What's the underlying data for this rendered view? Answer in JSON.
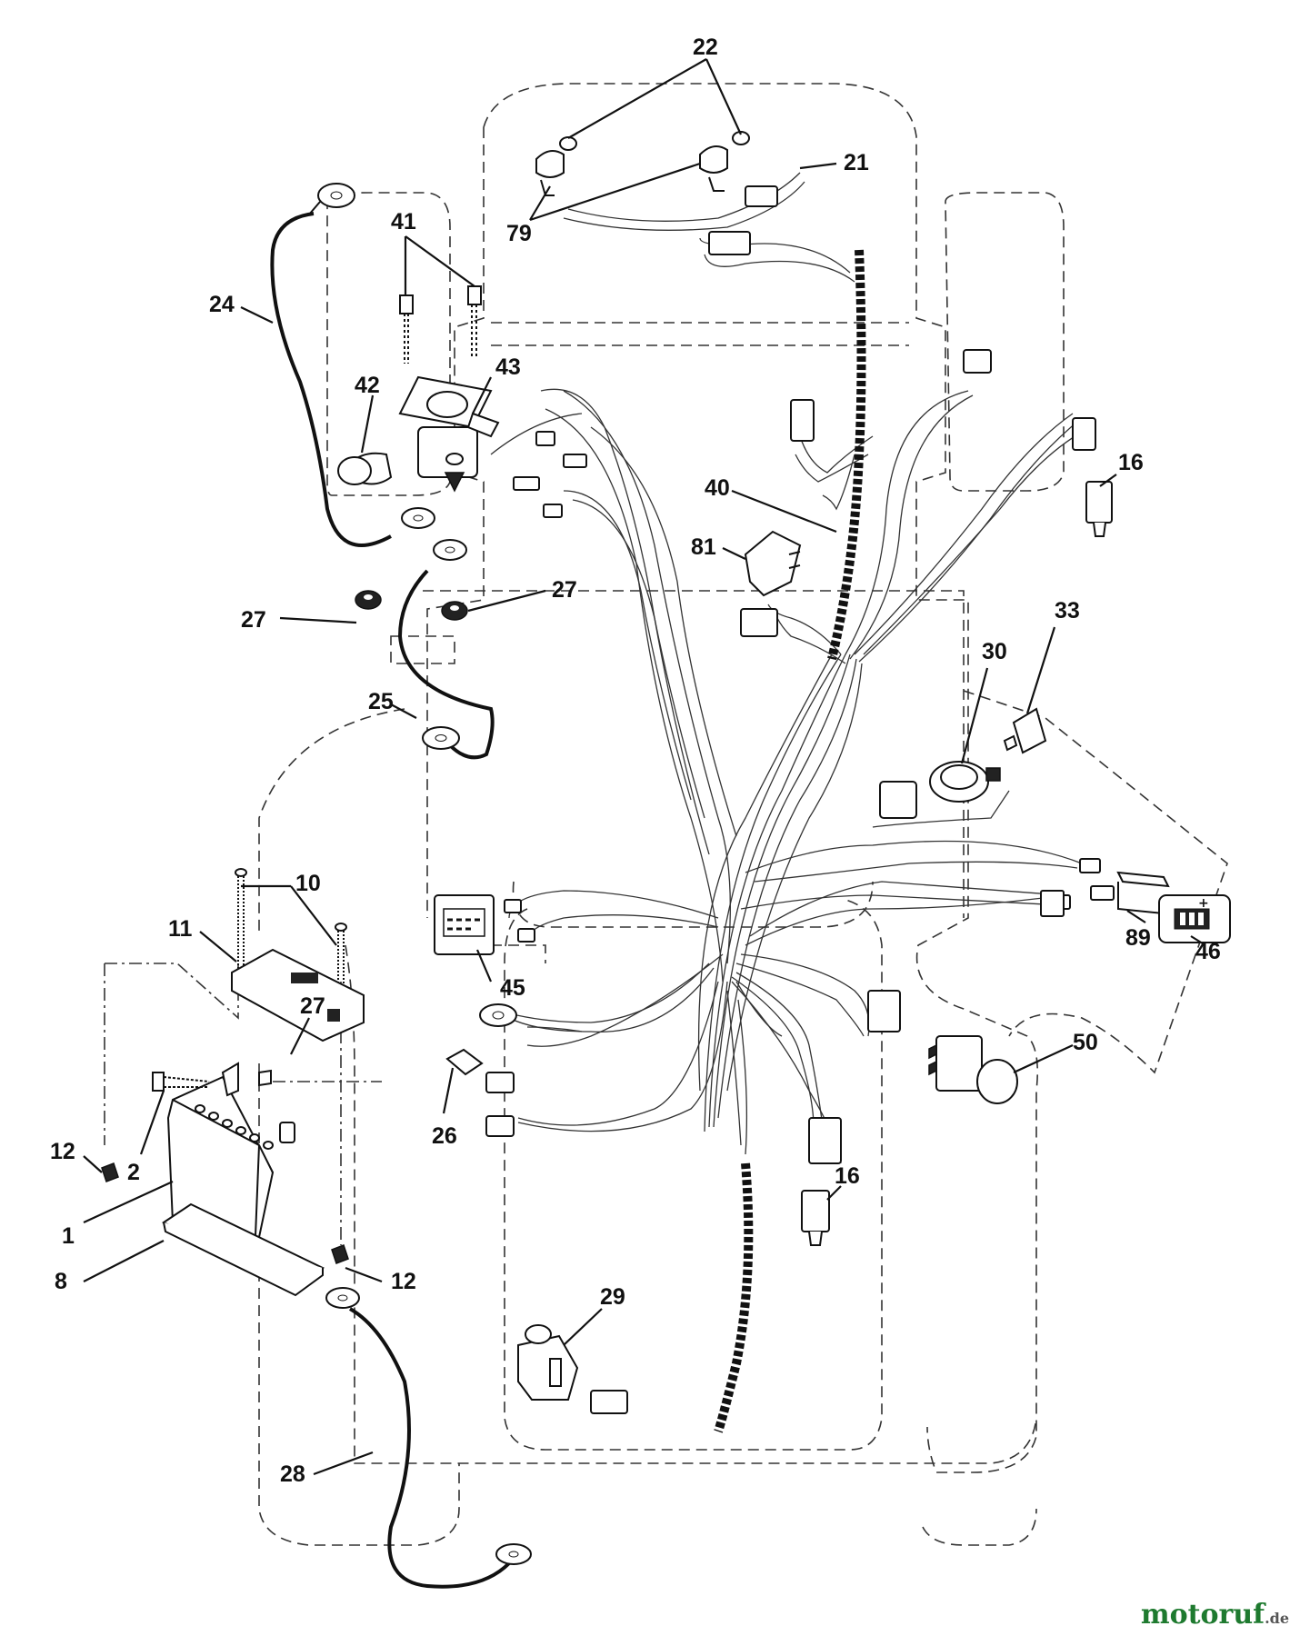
{
  "diagram": {
    "callouts": [
      {
        "id": "c22",
        "text": "22"
      },
      {
        "id": "c21",
        "text": "21"
      },
      {
        "id": "c79",
        "text": "79"
      },
      {
        "id": "c41",
        "text": "41"
      },
      {
        "id": "c24",
        "text": "24"
      },
      {
        "id": "c43",
        "text": "43"
      },
      {
        "id": "c42",
        "text": "42"
      },
      {
        "id": "c16a",
        "text": "16"
      },
      {
        "id": "c40",
        "text": "40"
      },
      {
        "id": "c81",
        "text": "81"
      },
      {
        "id": "c27a",
        "text": "27"
      },
      {
        "id": "c27b",
        "text": "27"
      },
      {
        "id": "c33",
        "text": "33"
      },
      {
        "id": "c30",
        "text": "30"
      },
      {
        "id": "c25",
        "text": "25"
      },
      {
        "id": "c10",
        "text": "10"
      },
      {
        "id": "c11",
        "text": "11"
      },
      {
        "id": "c45",
        "text": "45"
      },
      {
        "id": "c89",
        "text": "89"
      },
      {
        "id": "c46",
        "text": "46"
      },
      {
        "id": "c27c",
        "text": "27"
      },
      {
        "id": "c50",
        "text": "50"
      },
      {
        "id": "c26",
        "text": "26"
      },
      {
        "id": "c12a",
        "text": "12"
      },
      {
        "id": "c2",
        "text": "2"
      },
      {
        "id": "c1",
        "text": "1"
      },
      {
        "id": "c16b",
        "text": "16"
      },
      {
        "id": "c8",
        "text": "8"
      },
      {
        "id": "c12b",
        "text": "12"
      },
      {
        "id": "c29",
        "text": "29"
      },
      {
        "id": "c28",
        "text": "28"
      }
    ],
    "indicator": {
      "plus_sign": "+"
    }
  },
  "watermark": {
    "main": "motoruf",
    "suffix": ".de"
  }
}
